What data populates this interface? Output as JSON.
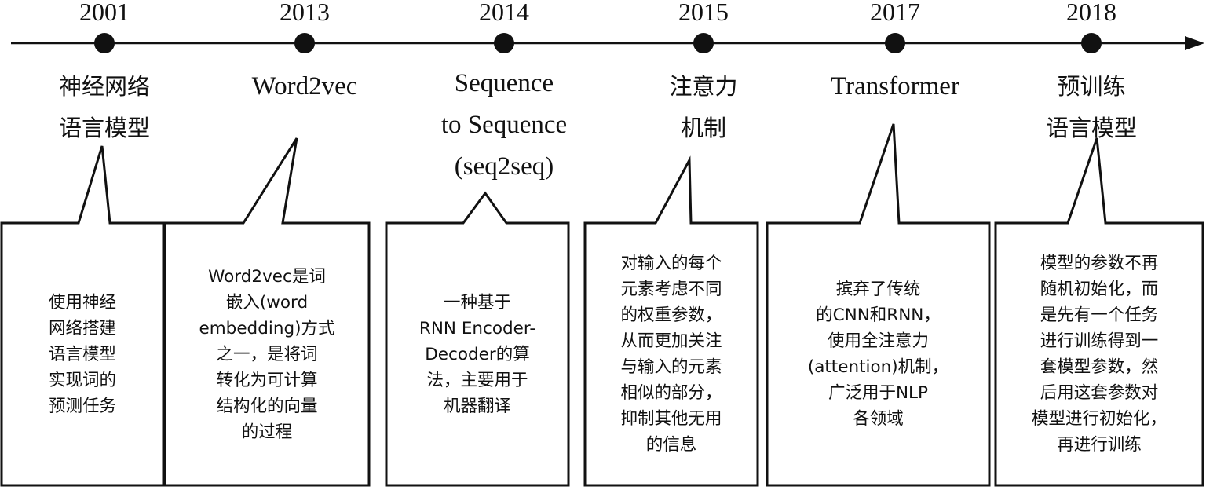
{
  "timeline": {
    "axis_color": "#111111",
    "events": [
      {
        "year": "2001",
        "title": [
          "神经网络",
          "语言模型"
        ],
        "description": "使用神经\n网络搭建\n语言模型\n实现词的\n预测任务"
      },
      {
        "year": "2013",
        "title": [
          "Word2vec"
        ],
        "description": "Word2vec是词\n嵌入(word\nembedding)方式\n之一，是将词\n转化为可计算\n结构化的向量\n的过程"
      },
      {
        "year": "2014",
        "title": [
          "Sequence",
          "to Sequence",
          "(seq2seq)"
        ],
        "description": "一种基于\nRNN Encoder-\nDecoder的算\n法，主要用于\n机器翻译"
      },
      {
        "year": "2015",
        "title": [
          "注意力",
          "机制"
        ],
        "description": "对输入的每个\n元素考虑不同\n的权重参数，\n从而更加关注\n与输入的元素\n相似的部分，\n抑制其他无用\n的信息"
      },
      {
        "year": "2017",
        "title": [
          "Transformer"
        ],
        "description": "摈弃了传统\n的CNN和RNN，\n使用全注意力\n(attention)机制，\n广泛用于NLP\n各领域"
      },
      {
        "year": "2018",
        "title": [
          "预训练",
          "语言模型"
        ],
        "description": "模型的参数不再\n随机初始化，而\n是先有一个任务\n进行训练得到一\n套模型参数，然\n后用这套参数对\n模型进行初始化，\n再进行训练"
      }
    ]
  }
}
